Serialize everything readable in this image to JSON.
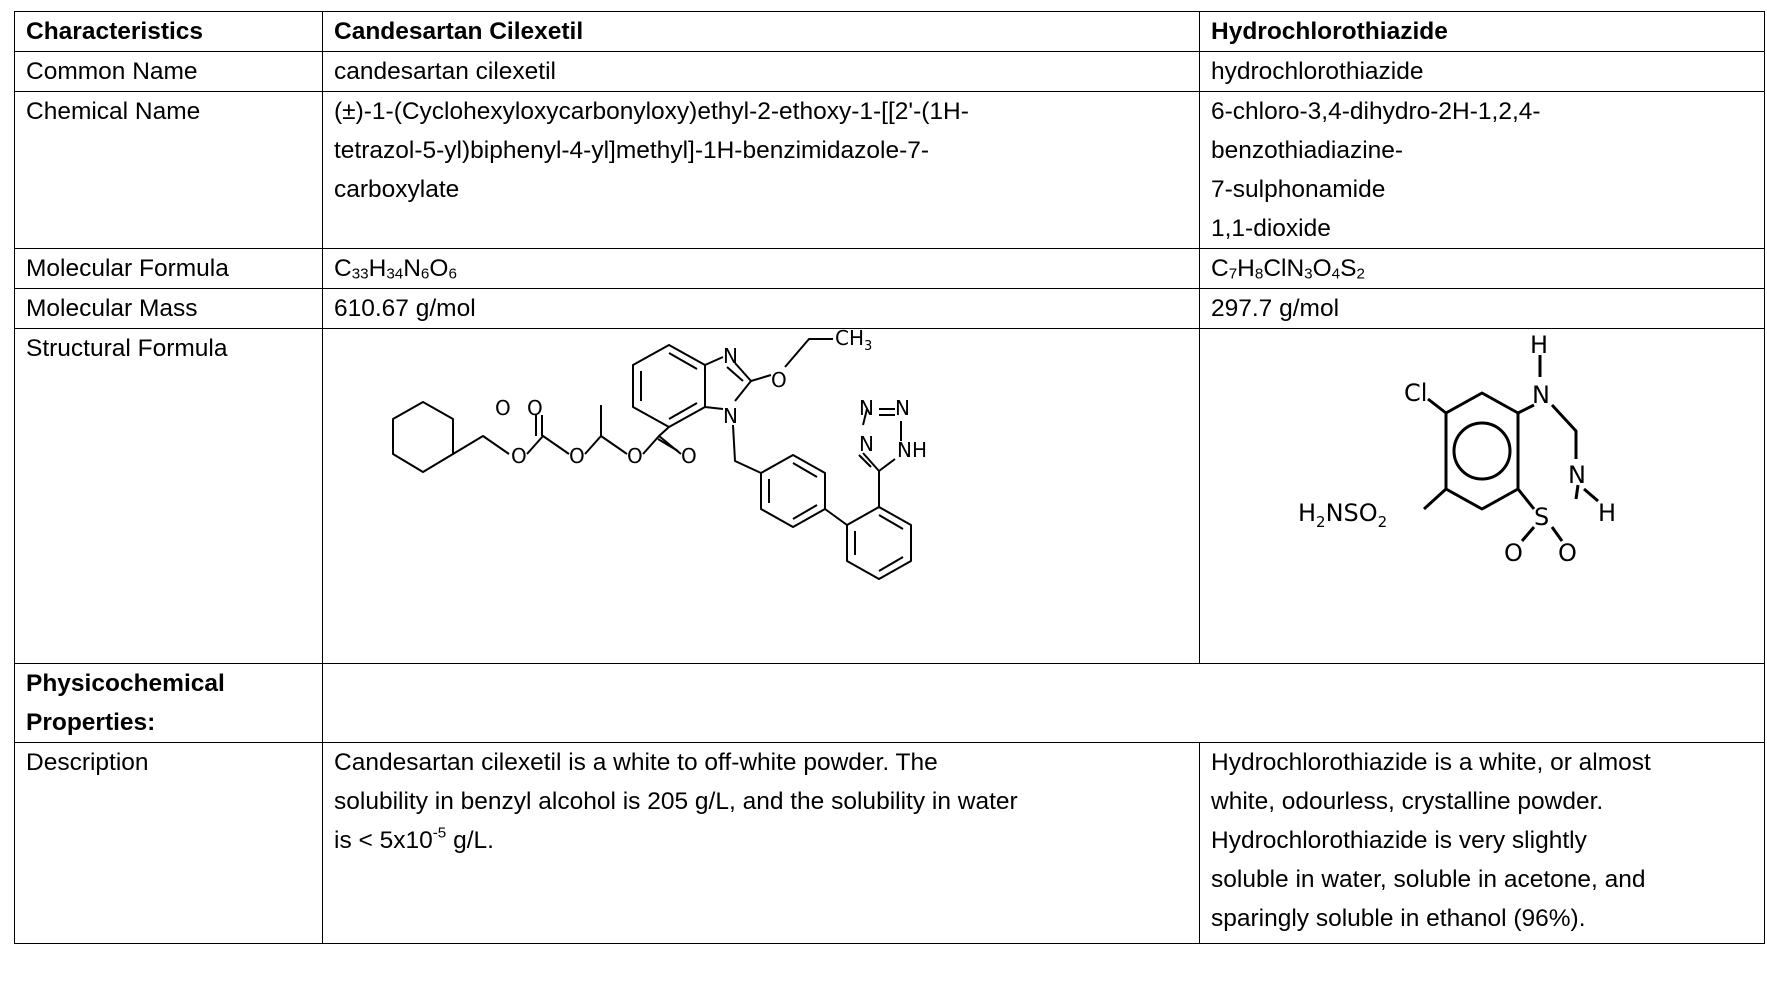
{
  "header": {
    "col1": "Characteristics",
    "col2": "Candesartan Cilexetil",
    "col3": "Hydrochlorothiazide"
  },
  "rows": {
    "common_name": {
      "label": "Common Name",
      "c": "candesartan cilexetil",
      "h": "hydrochlorothiazide"
    },
    "chemical_name": {
      "label": "Chemical Name",
      "c_lines": [
        "(±)-1-(Cyclohexyloxycarbonyloxy)ethyl-2-ethoxy-1-[[2'-(1H-",
        "tetrazol-5-yl)biphenyl-4-yl]methyl]-1H-benzimidazole-7-",
        "carboxylate"
      ],
      "h_lines": [
        "6-chloro-3,4-dihydro-2H-1,2,4-",
        "benzothiadiazine-",
        "7-sulphonamide",
        "1,1-dioxide"
      ]
    },
    "molecular_formula": {
      "label": "Molecular Formula",
      "c": {
        "C": "C",
        "n1": "33",
        "H": "H",
        "n2": "34",
        "N": "N",
        "n3": "6",
        "O": "O",
        "n4": "6"
      },
      "h": {
        "C": "C",
        "n1": "7",
        "H": "H",
        "n2": "8",
        "ClN": "ClN",
        "n3": "3",
        "O": "O",
        "n4": "4",
        "S": "S",
        "n5": "2"
      }
    },
    "molecular_mass": {
      "label": "Molecular Mass",
      "c": "610.67 g/mol",
      "h": "297.7 g/mol"
    },
    "structural_formula": {
      "label": "Structural Formula",
      "c_atoms": {
        "N_top": "N",
        "N_bottom": "N",
        "O_ether": "O",
        "CH3": "CH",
        "CH3_sub": "3",
        "O1": "O",
        "O2": "O",
        "O3": "O",
        "O4": "O",
        "O5": "O",
        "O6": "O",
        "tz_N1": "N",
        "tz_N2": "N",
        "tz_N3": "N",
        "tz_NH": "NH"
      },
      "h_atoms": {
        "H_top": "H",
        "N_top": "N",
        "Cl": "Cl",
        "N_right": "N",
        "H_right": "H",
        "H2NSO2": "H",
        "H2NSO2_sub": "2",
        "H2NSO2_rest": "NSO",
        "H2NSO2_sub2": "2",
        "S": "S",
        "O_left": "O",
        "O_right": "O"
      }
    },
    "physicochemical": {
      "label_line1": "Physicochemical",
      "label_line2": "Properties:"
    },
    "description": {
      "label": "Description",
      "c_line1": "Candesartan cilexetil is a white to off-white powder. The",
      "c_line2": "solubility in benzyl alcohol is 205 g/L, and the solubility in water",
      "c_line3_a": "is < 5x10",
      "c_line3_sup": "-5",
      "c_line3_b": " g/L.",
      "h_lines": [
        "Hydrochlorothiazide is a white, or almost",
        "white, odourless, crystalline powder.",
        "Hydrochlorothiazide is very slightly",
        "soluble in water, soluble in acetone, and",
        "sparingly soluble in ethanol (96%)."
      ]
    }
  }
}
